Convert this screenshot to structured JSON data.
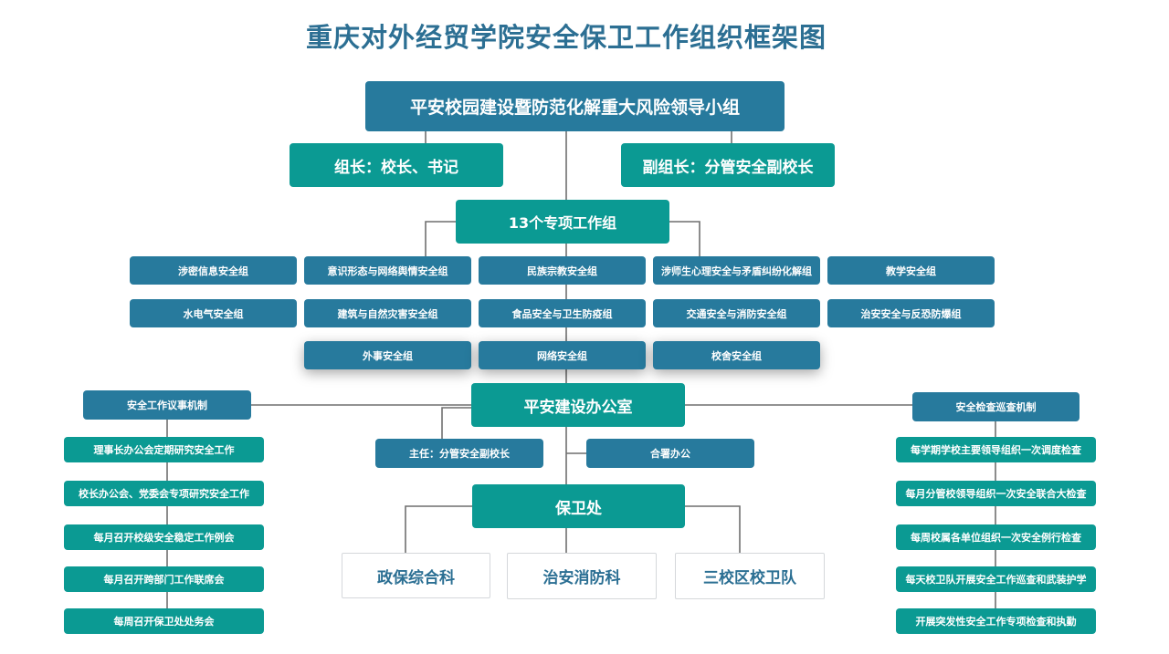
{
  "title": "重庆对外经贸学院安全保卫工作组织框架图",
  "leader_group": {
    "name": "平安校园建设暨防范化解重大风险领导小组",
    "leader": "组长：校长、书记",
    "deputy": "副组长：分管安全副校长"
  },
  "working_groups": {
    "title": "13个专项工作组",
    "row1": [
      "涉密信息安全组",
      "意识形态与网络舆情安全组",
      "民族宗教安全组",
      "涉师生心理安全与矛盾纠纷化解组",
      "教学安全组"
    ],
    "row2": [
      "水电气安全组",
      "建筑与自然灾害安全组",
      "食品安全与卫生防疫组",
      "交通安全与消防安全组",
      "治安安全与反恐防爆组"
    ],
    "row3": [
      "外事安全组",
      "网络安全组",
      "校舍安全组"
    ]
  },
  "office": {
    "name": "平安建设办公室",
    "director": "主任：分管安全副校长",
    "co_office": "合署办公"
  },
  "left_mechanism": {
    "title": "安全工作议事机制",
    "items": [
      "理事长办公会定期研究安全工作",
      "校长办公会、党委会专项研究安全工作",
      "每月召开校级安全稳定工作例会",
      "每月召开跨部门工作联席会",
      "每周召开保卫处处务会"
    ]
  },
  "right_mechanism": {
    "title": "安全检查巡查机制",
    "items": [
      "每学期学校主要领导组织一次调度检查",
      "每月分管校领导组织一次安全联合大检查",
      "每周校属各单位组织一次安全例行检查",
      "每天校卫队开展安全工作巡查和武装护学",
      "开展突发性安全工作专项检查和执勤"
    ]
  },
  "security_dept": {
    "name": "保卫处",
    "sections": [
      "政保综合科",
      "治安消防科",
      "三校区校卫队"
    ]
  },
  "colors": {
    "blue": "#277a9d",
    "teal": "#0b9a93",
    "title": "#2c6f93",
    "line": "#6f6f6f"
  }
}
